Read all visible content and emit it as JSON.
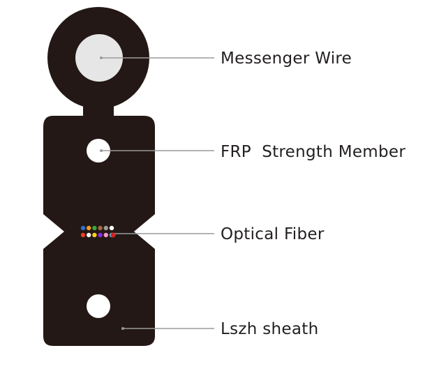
{
  "labels": {
    "messenger_wire": "Messenger Wire",
    "frp_strength_member": "FRP  Strength Member",
    "optical_fiber": "Optical Fiber",
    "lszh_sheath": "Lszh sheath"
  },
  "colors": {
    "sheath": "#231815",
    "messenger_wire": "#e6e6e6",
    "strength_member": "#ffffff",
    "leader_line": "#9a9a9a",
    "text": "#231f20"
  },
  "fibers": {
    "top_row": [
      "#2f6fd1",
      "#f39a1e",
      "#3aa640",
      "#a56a3c",
      "#9b9b9b",
      "#ffffff"
    ],
    "bottom_row": [
      "#e8401c",
      "#f2f2f2",
      "#f4d11f",
      "#8a2be2",
      "#f39ac9",
      "#48c8e6"
    ],
    "highlight": "#d51f1f"
  }
}
